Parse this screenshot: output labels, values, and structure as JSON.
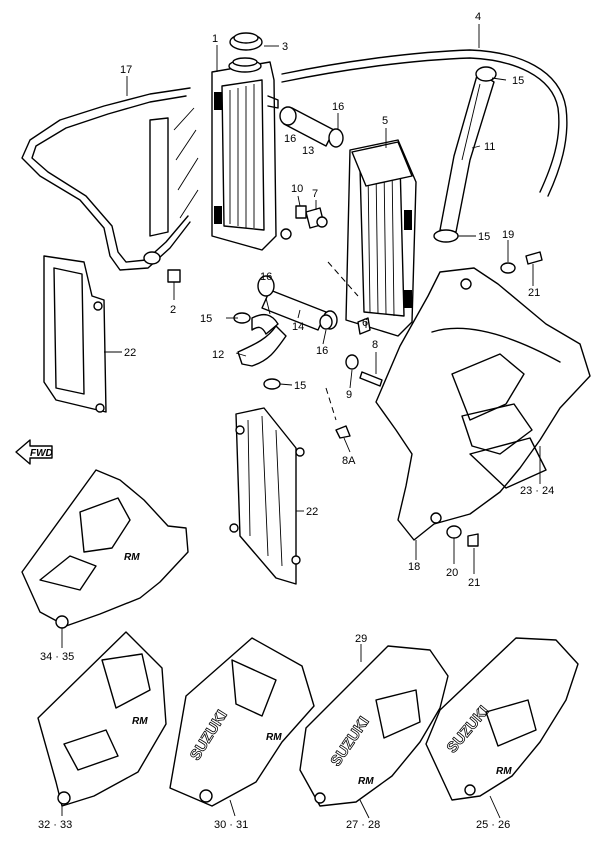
{
  "labels": {
    "p1": "1",
    "p2": "2",
    "p3": "3",
    "p4": "4",
    "p5": "5",
    "p6": "6",
    "p7": "7",
    "p8": "8",
    "p8a": "8A",
    "p9": "9",
    "p10": "10",
    "p11": "11",
    "p12": "12",
    "p13": "13",
    "p14": "14",
    "p15a": "15",
    "p15b": "15",
    "p15c": "15",
    "p15d": "15",
    "p16a": "16",
    "p16b": "16",
    "p16c": "16",
    "p16d": "16",
    "p17": "17",
    "p18": "18",
    "p19": "19",
    "p20": "20",
    "p21a": "21",
    "p21b": "21",
    "p22a": "22",
    "p22b": "22",
    "p23_24": "23 · 24",
    "p34_35": "34 · 35",
    "p32_33": "32 · 33",
    "p30_31": "30 · 31",
    "p29": "29",
    "p27_28": "27 · 28",
    "p25_26": "25 · 26"
  },
  "decals": {
    "brand_a": "SUZUKI",
    "brand_b": "SUZUKI",
    "brand_c": "SUZUKI",
    "model_a": "RM",
    "model_b": "RM",
    "model_c": "RM",
    "model_d": "RM",
    "model_e": "RM"
  },
  "fwd_arrow": "FWD",
  "icons": [
    "front-direction-arrow-icon"
  ]
}
